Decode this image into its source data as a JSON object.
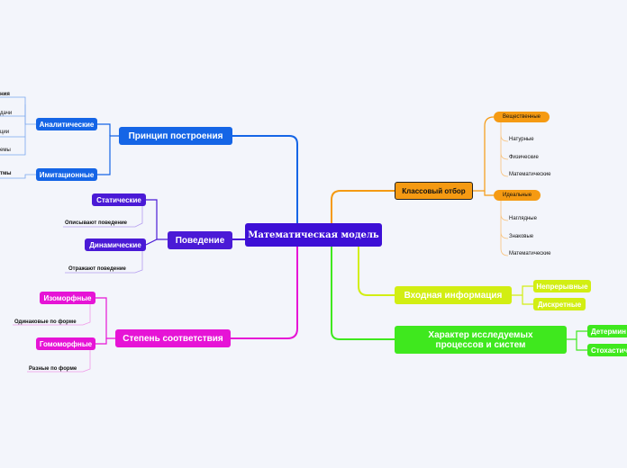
{
  "central": "Математическая модель",
  "left": {
    "principle": {
      "label": "Принцип построения",
      "analytic": {
        "label": "Аналитические",
        "leaves": [
          "ния",
          "дачи",
          "ции",
          "емы"
        ]
      },
      "imitation": {
        "label": "Имитационные",
        "leaves": [
          "тмы"
        ]
      }
    },
    "behavior": {
      "label": "Поведение",
      "static": {
        "label": "Статические",
        "leaf": "Описывают поведение"
      },
      "dynamic": {
        "label": "Динамические",
        "leaf": "Отражают поведение"
      }
    },
    "correspondence": {
      "label": "Степень соответствия",
      "isomorphic": {
        "label": "Изоморфные",
        "leaf": "Одинаковые по форме"
      },
      "homomorphic": {
        "label": "Гомоморфные",
        "leaf": "Разные по форме"
      }
    }
  },
  "right": {
    "classes": {
      "label": "Классовый отбор",
      "material": {
        "label": "Вещественные",
        "leaves": [
          "Натурные",
          "Физические",
          "Математические"
        ]
      },
      "ideal": {
        "label": "Идеальные",
        "leaves": [
          "Наглядные",
          "Знаковые",
          "Математические"
        ]
      }
    },
    "input": {
      "label": "Входная информация",
      "children": [
        "Непрерывные",
        "Дискретные"
      ]
    },
    "nature": {
      "label_line1": "Характер исследуемых",
      "label_line2": "процессов и систем",
      "children": [
        "Детермин",
        "Стохастич"
      ]
    }
  },
  "colors": {
    "central": "#3d0fd6",
    "blue": "#1565e6",
    "purple": "#4a1ad6",
    "magenta": "#e614d6",
    "orange": "#f59a12",
    "yellow": "#d2ee12",
    "green": "#3fe81e"
  }
}
